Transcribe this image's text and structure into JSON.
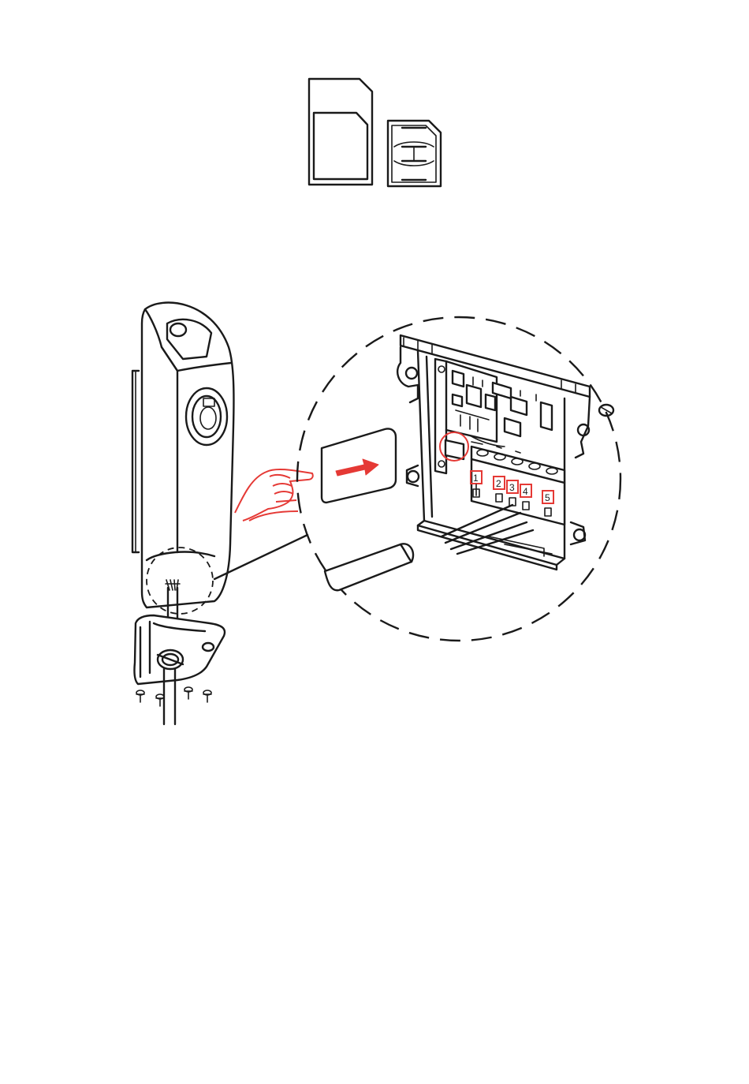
{
  "colors": {
    "line": "#1a1a1a",
    "accent": "#e53935",
    "background": "#ffffff"
  },
  "terminals": [
    {
      "label": "1"
    },
    {
      "label": "2"
    },
    {
      "label": "3"
    },
    {
      "label": "4"
    },
    {
      "label": "5"
    }
  ],
  "icons": {
    "sim_card_large": "sim-card-icon",
    "sim_card_small": "micro-sim-card-icon",
    "arrow": "arrow-right-icon",
    "hand": "hand-icon"
  }
}
